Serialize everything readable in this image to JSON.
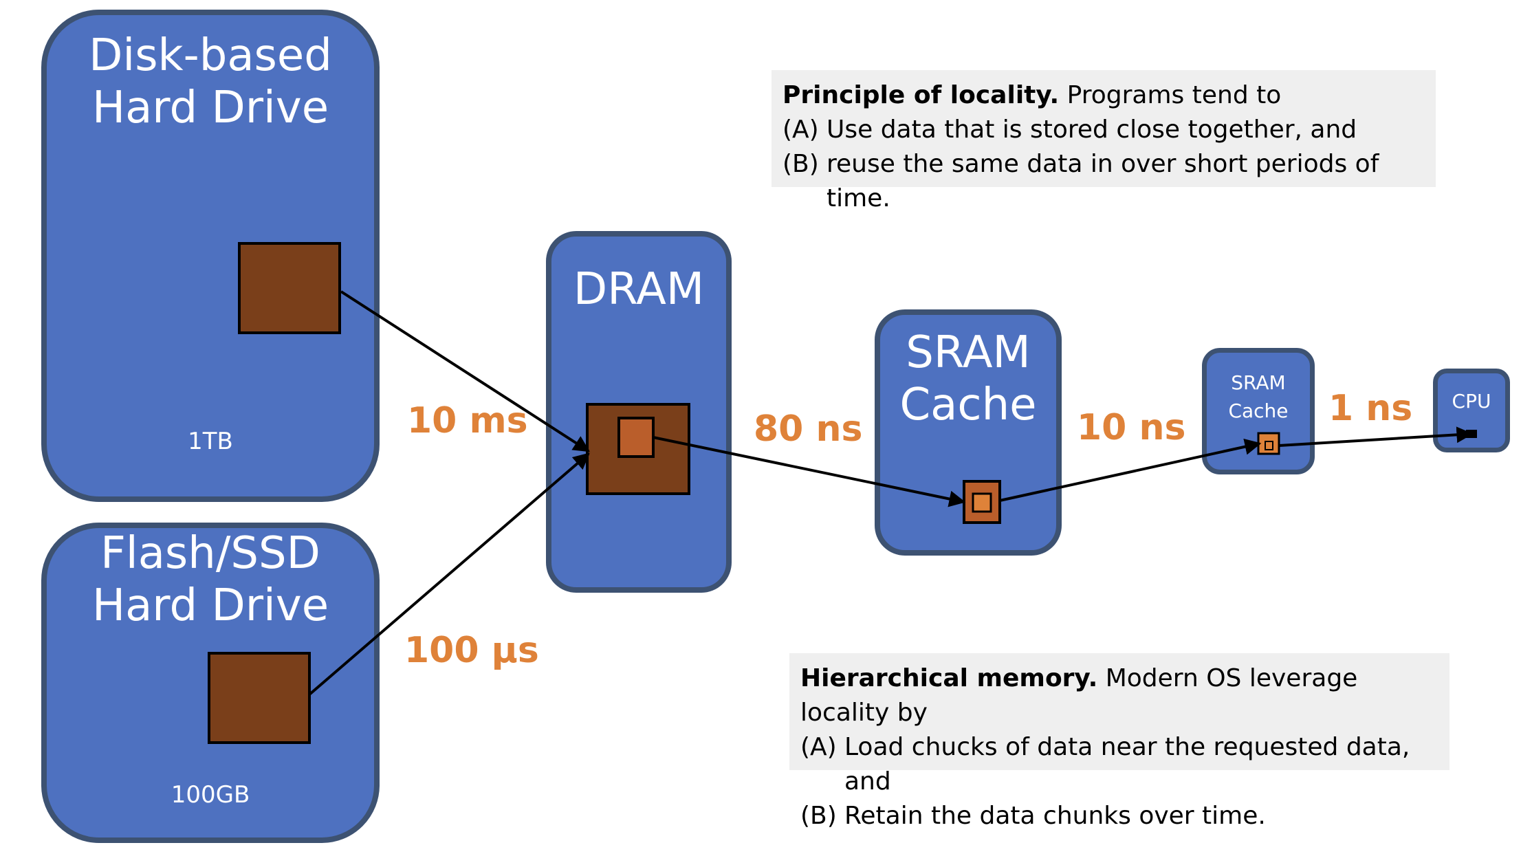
{
  "components": {
    "disk": {
      "title_line1": "Disk-based",
      "title_line2": "Hard Drive",
      "capacity": "1TB"
    },
    "flash": {
      "title_line1": "Flash/SSD",
      "title_line2": "Hard Drive",
      "capacity": "100GB"
    },
    "dram": {
      "title": "DRAM"
    },
    "sram_large": {
      "title_line1": "SRAM",
      "title_line2": "Cache"
    },
    "sram_small": {
      "title_line1": "SRAM",
      "title_line2": "Cache"
    },
    "cpu": {
      "title": "CPU"
    }
  },
  "latencies": {
    "disk_to_dram": "10 ms",
    "flash_to_dram": "100 µs",
    "dram_to_sram": "80 ns",
    "sram_to_sram": "10 ns",
    "sram_to_cpu": "1 ns"
  },
  "notes": {
    "locality": {
      "heading": "Principle of locality.",
      "intro": " Programs tend to",
      "a_label": "(A)",
      "a_text": "Use data that is stored close together, and",
      "b_label": "(B)",
      "b_text": "reuse the same data in over short periods of time."
    },
    "hierarchy": {
      "heading": "Hierarchical memory.",
      "intro": " Modern OS leverage locality by",
      "a_label": "(A)",
      "a_text": "Load chucks of data near the requested data, and",
      "b_label": "(B)",
      "b_text": "Retain the data chunks over time."
    }
  },
  "colors": {
    "box_fill": "#4e71c0",
    "box_border": "#3d5272",
    "data_block_dark": "#7a3f1a",
    "data_block_light": "#ba5e2b",
    "data_block_orange": "#df8239",
    "latency_text": "#df8239",
    "note_bg": "#efefef"
  }
}
